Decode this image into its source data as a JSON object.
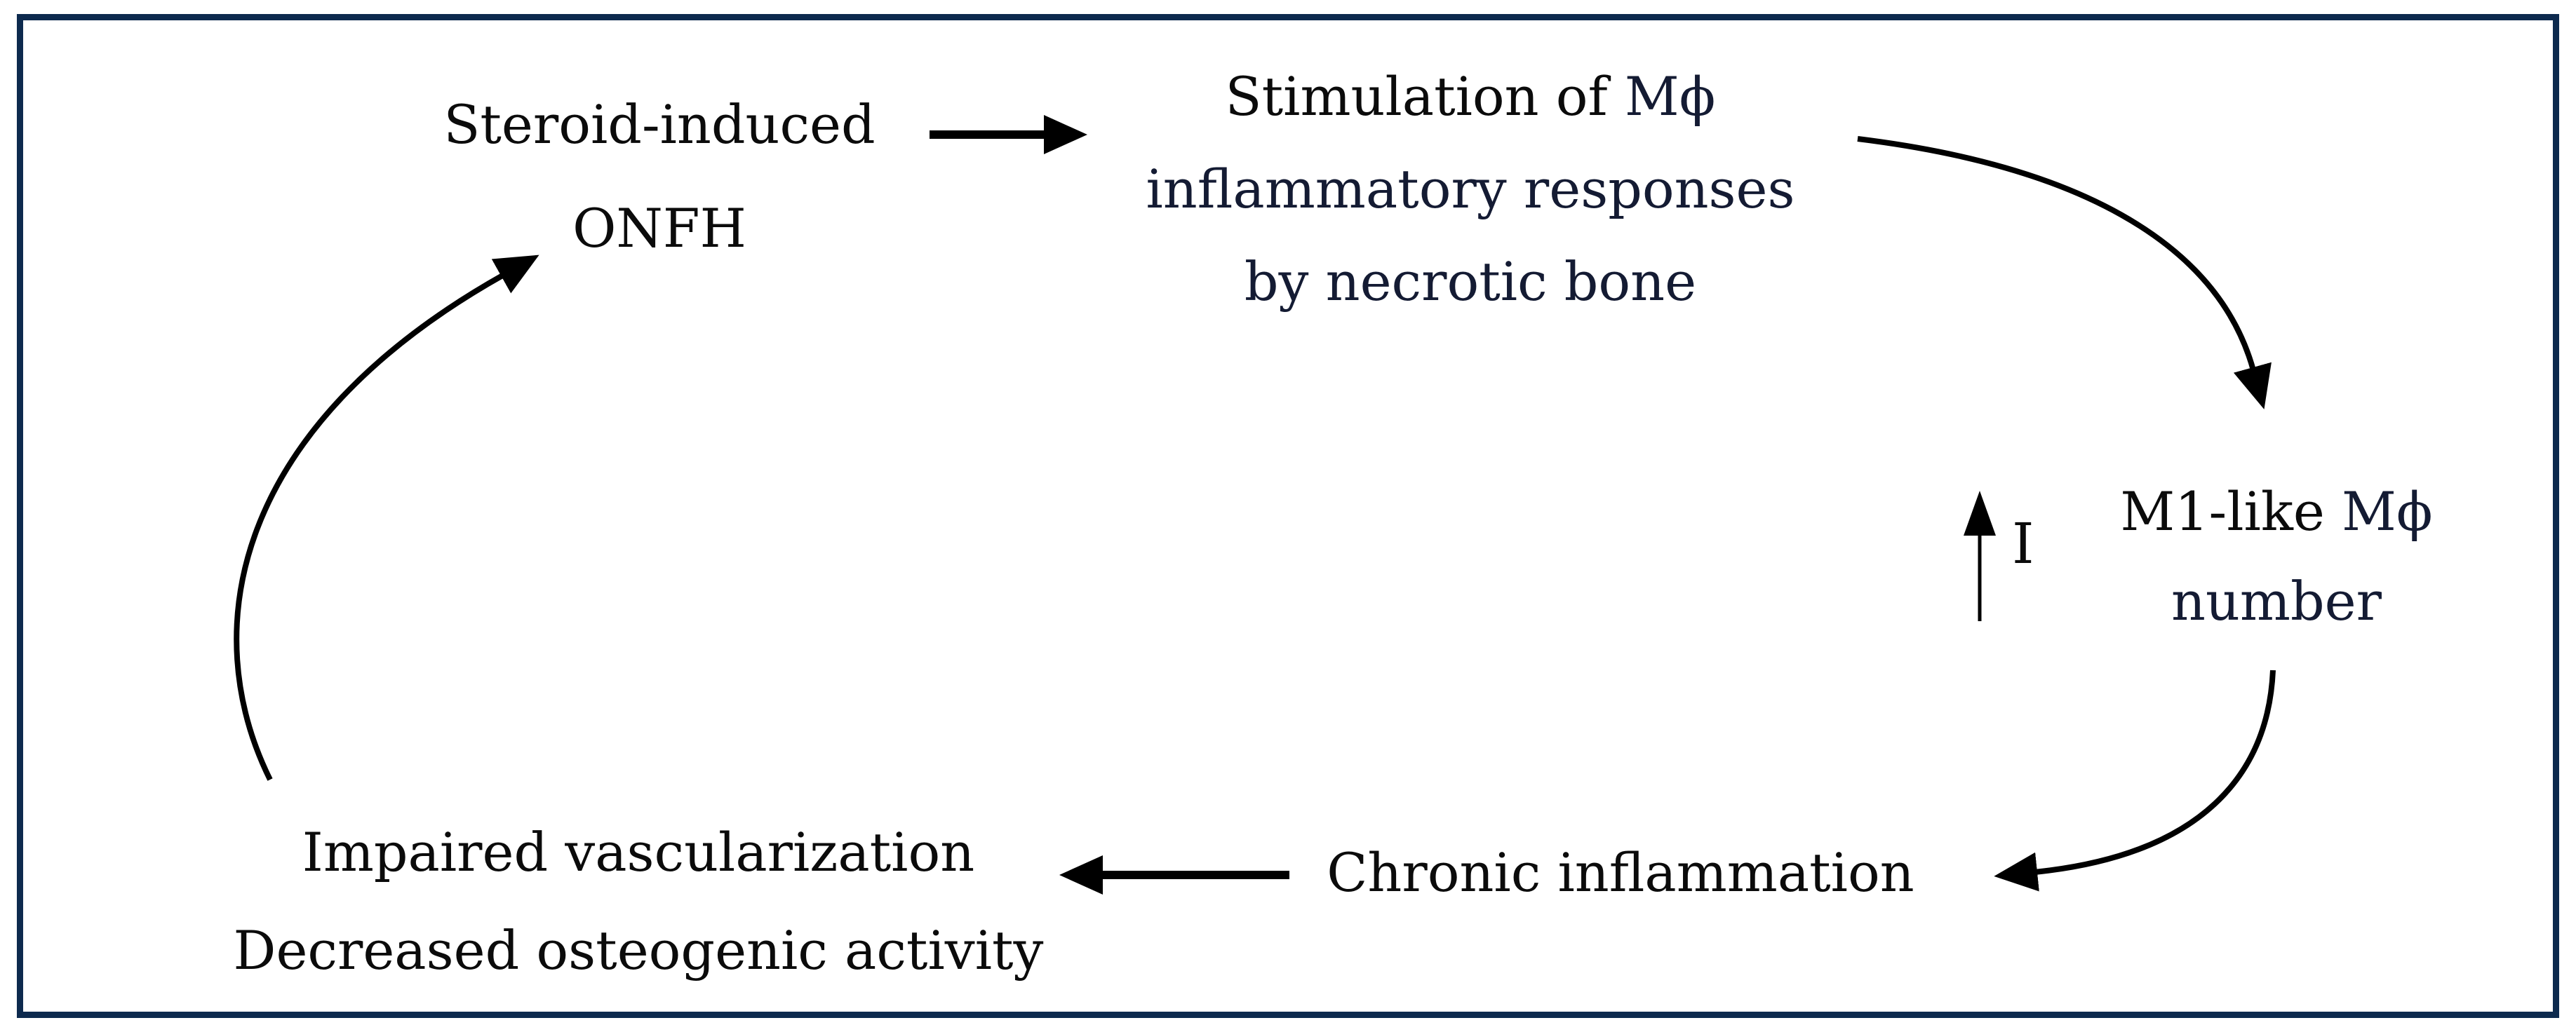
{
  "figure": {
    "type": "cycle-diagram",
    "background_color": "#ffffff",
    "border_color": "#0d2a4e",
    "text_black": "#0b0b0b",
    "text_navy": "#141b33",
    "arrow_color": "#000000"
  },
  "nodes": {
    "steroid": {
      "line1": "Steroid-induced",
      "line2": "ONFH"
    },
    "stimulation": {
      "line1_prefix": "Stimulation of ",
      "line1_phi": "Mϕ",
      "line2": "inflammatory responses",
      "line3": "by necrotic bone"
    },
    "m1": {
      "increase_label": "I",
      "line1_prefix": "M1-like ",
      "line1_phi": "Mϕ",
      "line2": "number"
    },
    "chronic": {
      "label": "Chronic inflammation"
    },
    "impaired": {
      "line1": "Impaired vascularization",
      "line2": "Decreased osteogenic activity"
    }
  },
  "arrows": [
    {
      "name": "steroid-to-stimulation",
      "style": "straight-right"
    },
    {
      "name": "stimulation-to-m1",
      "style": "curved-down"
    },
    {
      "name": "increase-up-arrow",
      "style": "straight-up"
    },
    {
      "name": "m1-to-chronic",
      "style": "curved-down-left"
    },
    {
      "name": "chronic-to-impaired",
      "style": "straight-left"
    },
    {
      "name": "impaired-to-steroid",
      "style": "curved-up"
    }
  ]
}
